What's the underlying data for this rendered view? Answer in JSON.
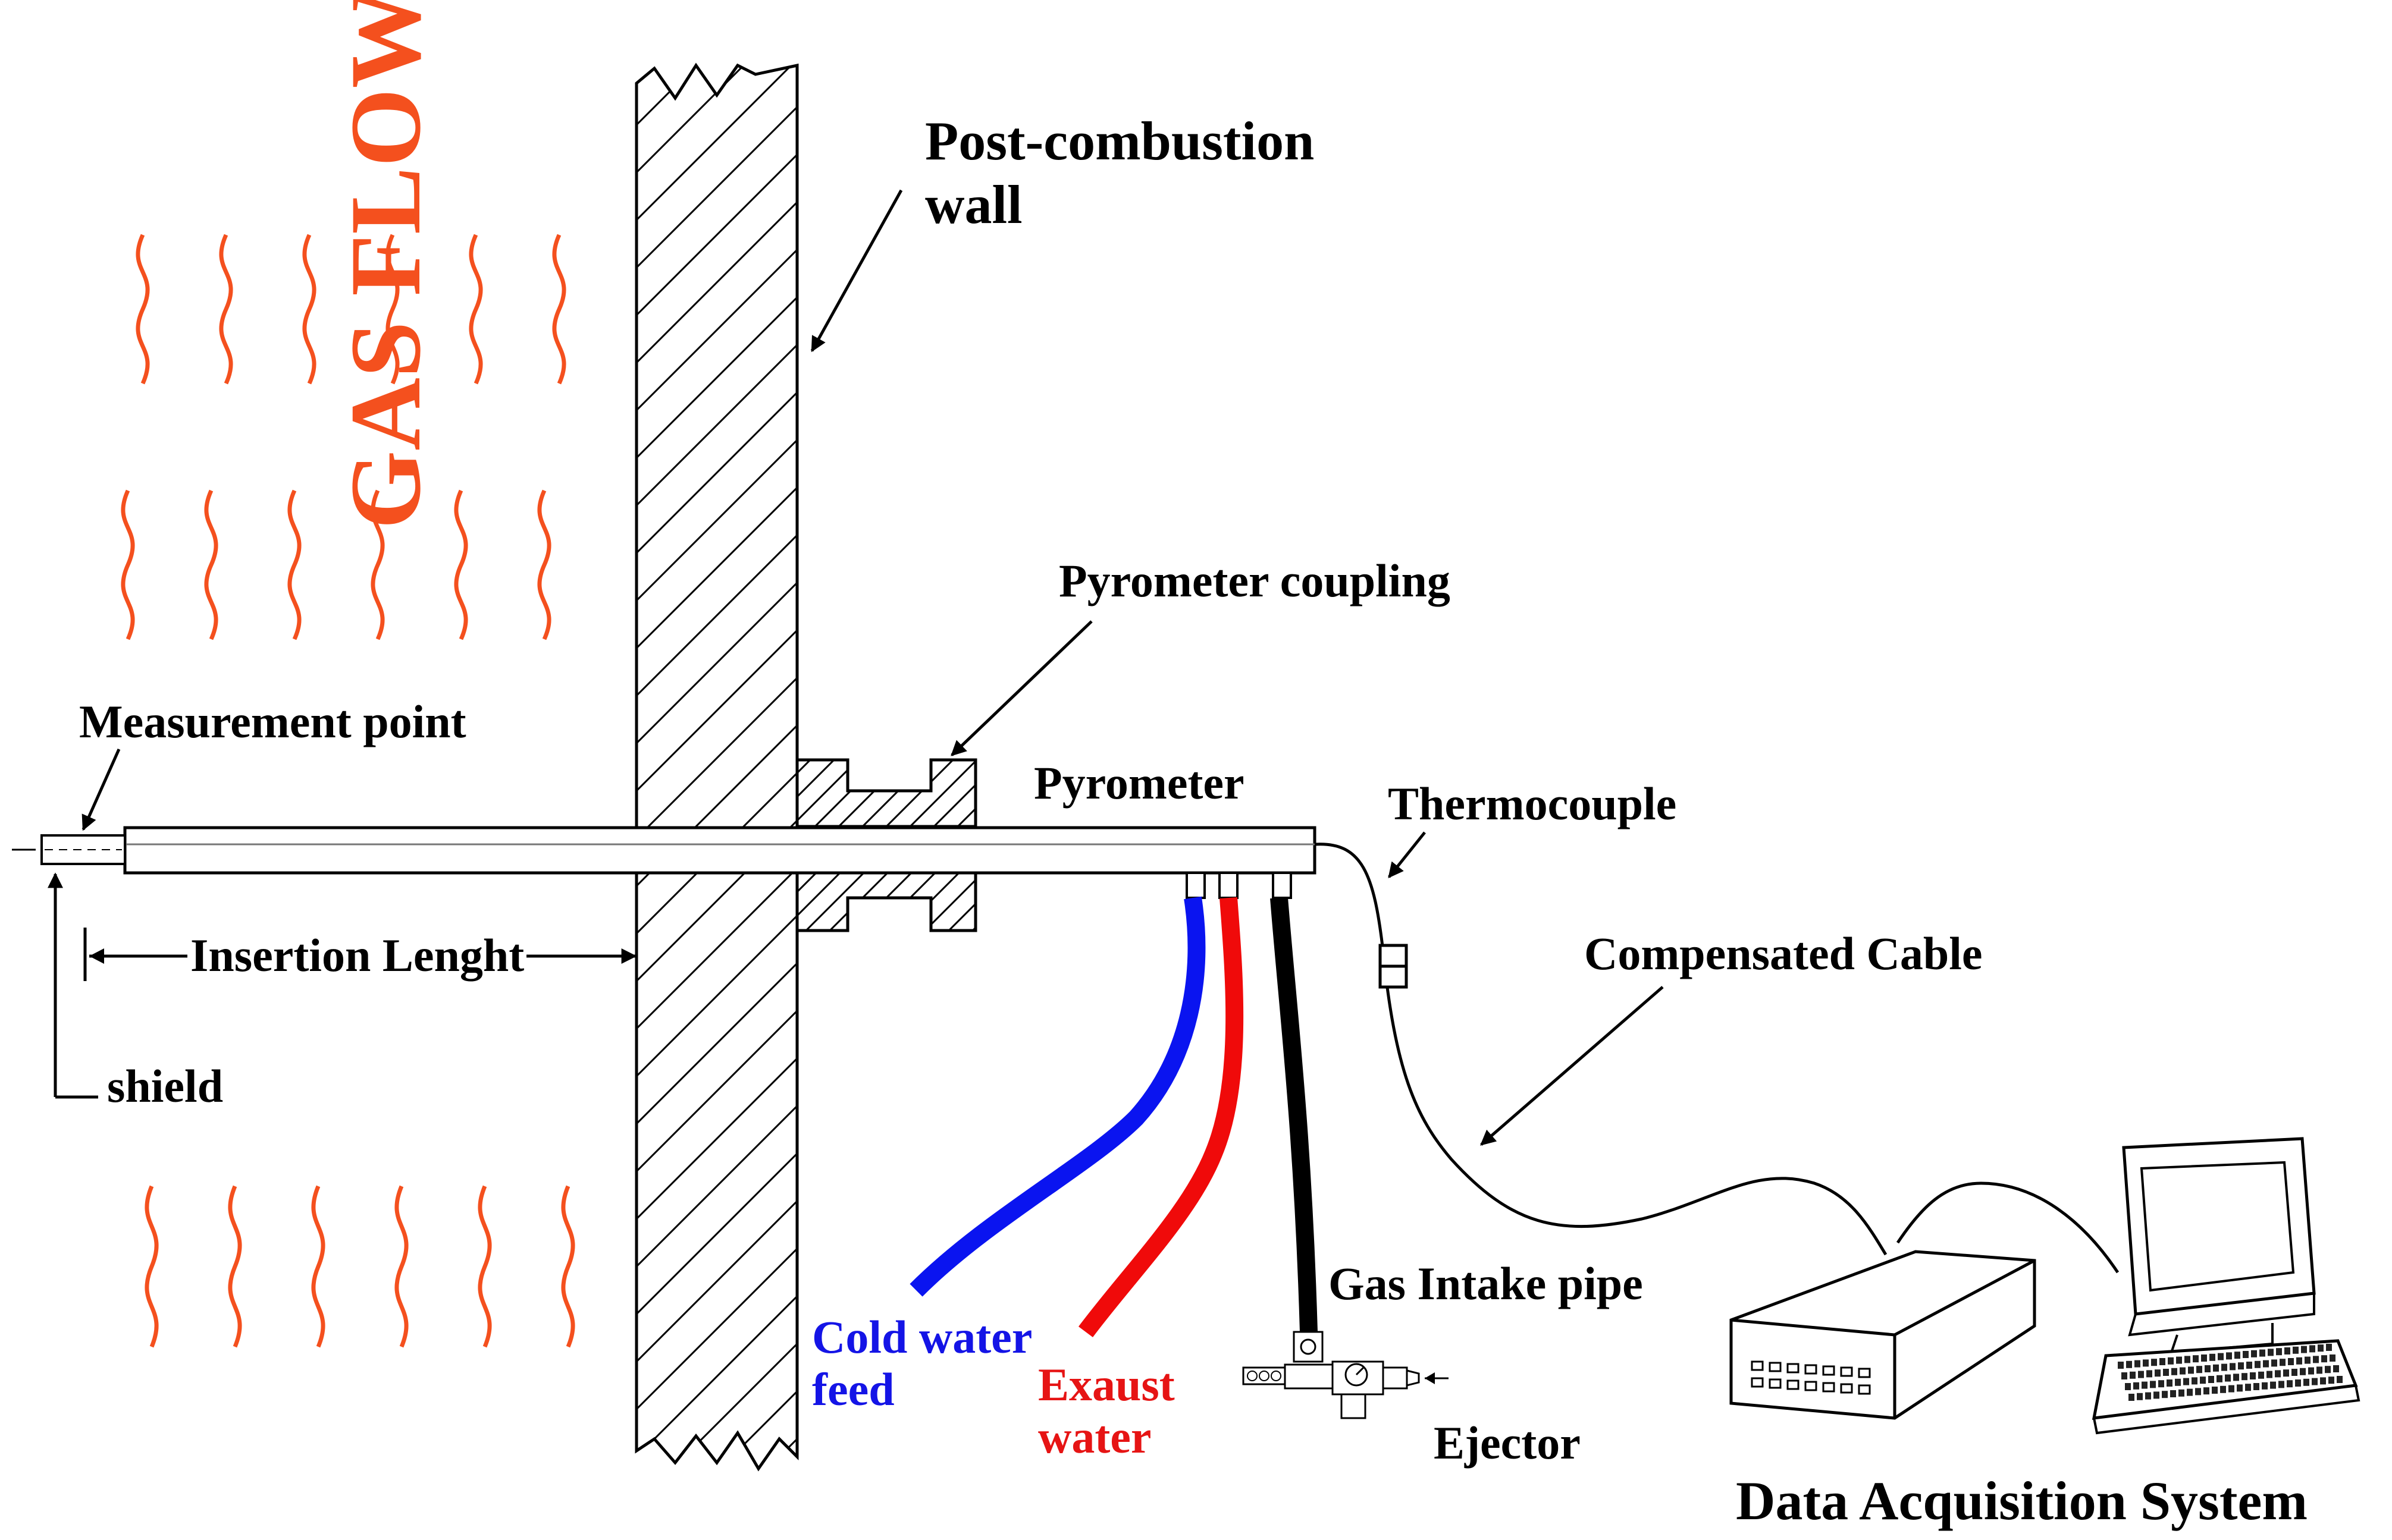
{
  "labels": {
    "gas_flow": "GAS FLOW",
    "post_combustion_wall_line1": "Post-combustion",
    "post_combustion_wall_line2": "wall",
    "pyrometer_coupling": "Pyrometer coupling",
    "measurement_point": "Measurement point",
    "pyrometer": "Pyrometer",
    "thermocouple": "Thermocouple",
    "compensated_cable": "Compensated Cable",
    "insertion_length": "Insertion Lenght",
    "shield": "shield",
    "gas_intake_pipe": "Gas Intake pipe",
    "cold_water_line1": "Cold water",
    "cold_water_line2": "feed",
    "exhaust_water_line1": "Exaust",
    "exhaust_water_line2": "water",
    "ejector": "Ejector",
    "data_acquisition_system": "Data Acquisition System"
  },
  "colors": {
    "gas_flow": "#f4501e",
    "cold_water": "#0a14f0",
    "exhaust_water": "#f00a0a",
    "gas_intake": "#000000",
    "cold_water_text": "#1414e6",
    "exhaust_water_text": "#e61414"
  }
}
